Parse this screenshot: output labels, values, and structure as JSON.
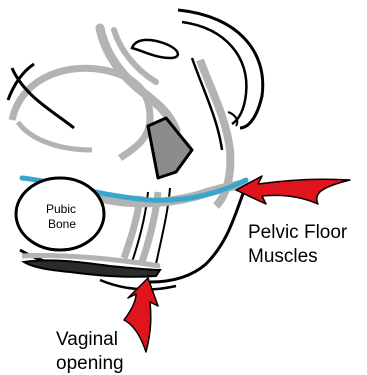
{
  "labels": {
    "pubic_bone_line1": "Pubic",
    "pubic_bone_line2": "Bone",
    "pelvic_floor_line1": "Pelvic Floor",
    "pelvic_floor_line2": "Muscles",
    "vaginal_opening_line1": "Vaginal",
    "vaginal_opening_line2": "opening"
  },
  "colors": {
    "outline": "#000000",
    "structure_gray": "#b3b3b3",
    "muscle_blue": "#3aa6d0",
    "arrow_red": "#e0141c",
    "tissue_dark": "#2b2b2b",
    "background": "#ffffff"
  },
  "icons": {
    "arrow_pelvic_floor": "red-curved-arrow",
    "arrow_vaginal_opening": "red-curved-arrow"
  }
}
